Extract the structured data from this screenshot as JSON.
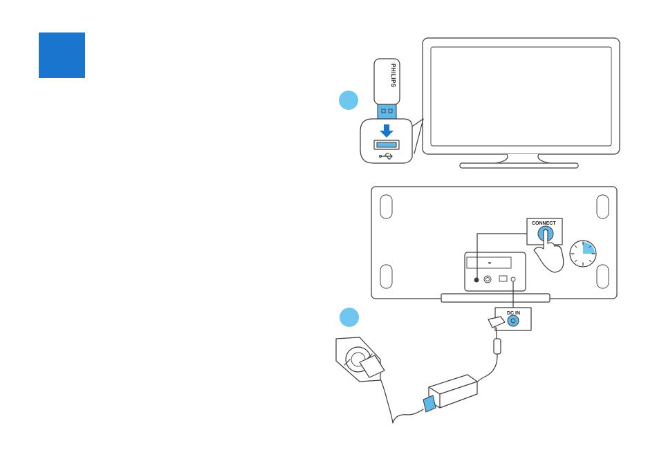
{
  "colors": {
    "accent_blue": "#1a75cf",
    "marker_blue": "#6fc6ef",
    "line": "#3a3a3a"
  },
  "icons": {
    "step_square": "blue-square",
    "usb_arrow": "arrow-down-icon",
    "usb_symbol": "usb-icon",
    "hand": "hand-press-icon",
    "timer": "clock-icon"
  },
  "dongle": {
    "brand": "PHILIPS"
  },
  "speaker": {
    "connect_label": "CONNECT",
    "dc_in_label": "DC IN"
  }
}
